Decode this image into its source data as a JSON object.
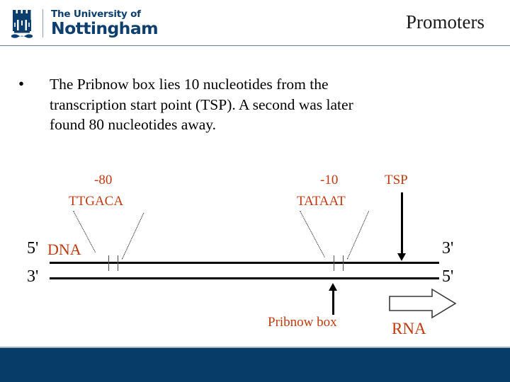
{
  "slide": {
    "title": "Promoters",
    "bullet_marker": "•",
    "bullet_text": "The Pribnow box lies 10 nucleotides from the transcription start point (TSP). A second was later found 80 nucleotides away."
  },
  "branding": {
    "crest_icon": "nottingham-castle-crest-icon",
    "wordmark_line1": "The University of",
    "wordmark_line2": "Nottingham",
    "brand_blue": "#0c3f6e"
  },
  "colors": {
    "accent_orange": "#c03a10",
    "footer_blue": "#073b68",
    "rule_grey": "#6a7f96",
    "text_black": "#000000"
  },
  "diagram": {
    "title": "promoter-structure-diagram",
    "labels": {
      "minus80": "-80",
      "ttgaca": "TTGACA",
      "minus10": "-10",
      "tataat": "TATAAT",
      "tsp": "TSP",
      "dna": "DNA",
      "pribnow_box": "Pribnow box",
      "rna": "RNA"
    },
    "strand_ends": {
      "top_left": "5'",
      "top_right": "3'",
      "bottom_left": "3'",
      "bottom_right": "5'"
    },
    "arrows": {
      "tsp_arrow": "downward-arrow-icon",
      "pribnow_arrow": "upward-arrow-icon",
      "rna_arrow": "rightward-block-arrow-icon"
    },
    "connectors": {
      "ttgaca_leader_left": "dotted-leader",
      "ttgaca_leader_right": "dotted-leader",
      "tataat_leader_left": "dotted-leader",
      "tataat_leader_right": "dotted-leader"
    }
  }
}
